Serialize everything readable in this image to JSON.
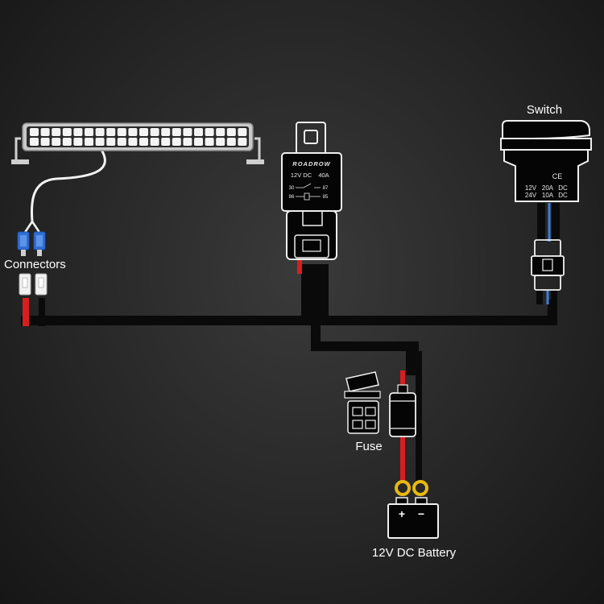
{
  "labels": {
    "switch": "Switch",
    "connectors": "Connectors",
    "fuse": "Fuse",
    "battery": "12V DC Battery"
  },
  "relay": {
    "brand": "ROADROW",
    "rating_voltage": "12V DC",
    "rating_current": "40A",
    "pin_30": "30",
    "pin_87": "87",
    "pin_86": "86",
    "pin_85": "85"
  },
  "switch_spec": {
    "ce_mark": "CE",
    "row1_voltage": "12V",
    "row1_current": "20A",
    "row1_type": "DC",
    "row2_voltage": "24V",
    "row2_current": "10A",
    "row2_type": "DC"
  },
  "battery": {
    "plus": "+",
    "minus": "−"
  },
  "colors": {
    "wire_black": "#0a0a0a",
    "wire_red": "#d71f1f",
    "wire_blue": "#3d7fd9",
    "wire_white": "#f2f2f2",
    "terminal_yellow": "#e9b90e",
    "connector_blue": "#2f6fd6",
    "outline": "#f0f0f0"
  }
}
